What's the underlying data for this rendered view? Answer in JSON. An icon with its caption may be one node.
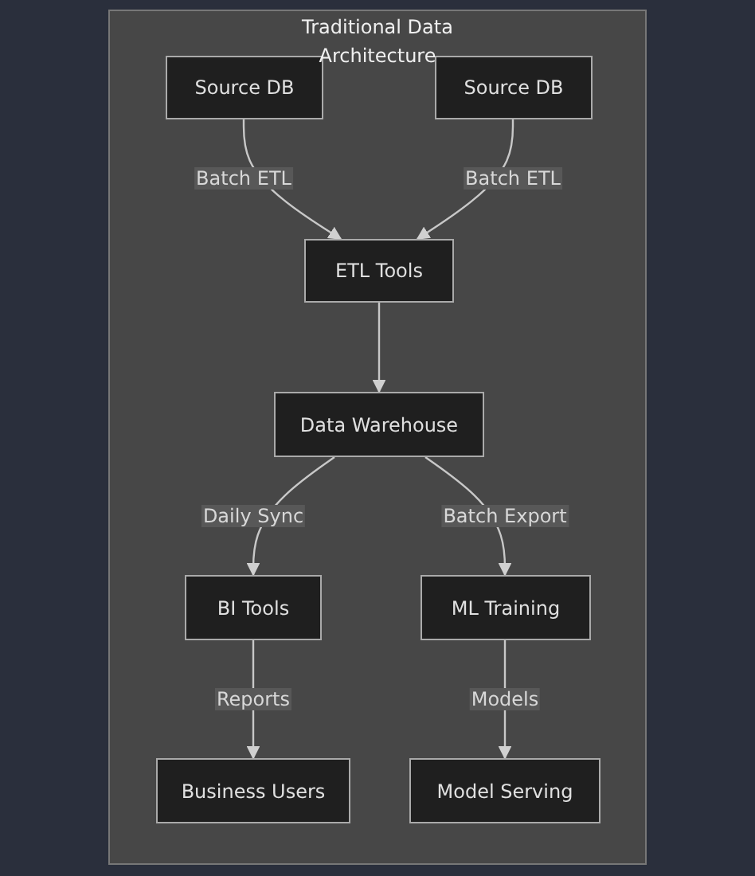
{
  "diagram": {
    "nodes": [
      {
        "text": [
          "Traditional Data Architecture"
        ]
      },
      {
        "text": [
          "Source DB"
        ],
        "in": 0
      },
      {
        "text": [
          "Source DB"
        ],
        "in": 0
      },
      {
        "text": [
          "ETL Tools"
        ],
        "in": 0
      },
      {
        "text": [
          "Data Warehouse"
        ],
        "in": 0
      },
      {
        "text": [
          "BI Tools"
        ],
        "in": 0
      },
      {
        "text": [
          "ML Training"
        ],
        "in": 0
      },
      {
        "text": [
          "Business Users"
        ],
        "in": 0
      },
      {
        "text": [
          "Model Serving"
        ],
        "in": 0
      }
    ],
    "edges": [
      {
        "from": 1,
        "to": 3,
        "arrow": "to",
        "label": "Batch ETL"
      },
      {
        "from": 2,
        "to": 3,
        "arrow": "to",
        "label": "Batch ETL"
      },
      {
        "from": 3,
        "to": 4,
        "arrow": "to"
      },
      {
        "from": 4,
        "to": 5,
        "arrow": "to",
        "label": "Daily Sync"
      },
      {
        "from": 4,
        "to": 6,
        "arrow": "to",
        "label": "Batch Export"
      },
      {
        "from": 5,
        "to": 7,
        "arrow": "to",
        "label": "Reports"
      },
      {
        "from": 6,
        "to": 8,
        "arrow": "to",
        "label": "Models"
      }
    ]
  }
}
